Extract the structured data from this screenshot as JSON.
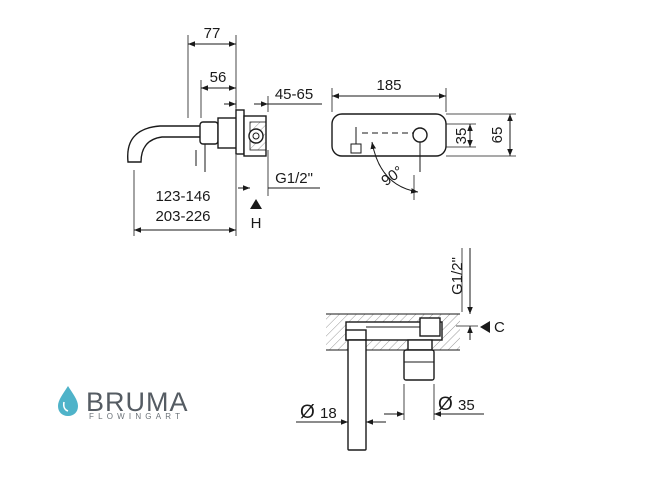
{
  "brand": {
    "name": "BRUMA",
    "tagline": "FLOWINGART",
    "accent_color": "#4fb3c9",
    "text_color": "#555c63",
    "icon": "water-drop-icon"
  },
  "side_view": {
    "dim_total": "77",
    "dim_body": "56",
    "dim_wall": "45-65",
    "dim_reach_1": "123-146",
    "dim_reach_2": "203-226",
    "thread": "G1/2\"",
    "height_marker": "H"
  },
  "front_view": {
    "dim_width": "185",
    "dim_inner_height": "35",
    "dim_height": "65",
    "angle": "90°"
  },
  "bottom_view": {
    "thread": "G1/2\"",
    "marker": "C",
    "diameter_spout": "18",
    "diameter_handle": "35",
    "diameter_symbol": "Ø"
  }
}
